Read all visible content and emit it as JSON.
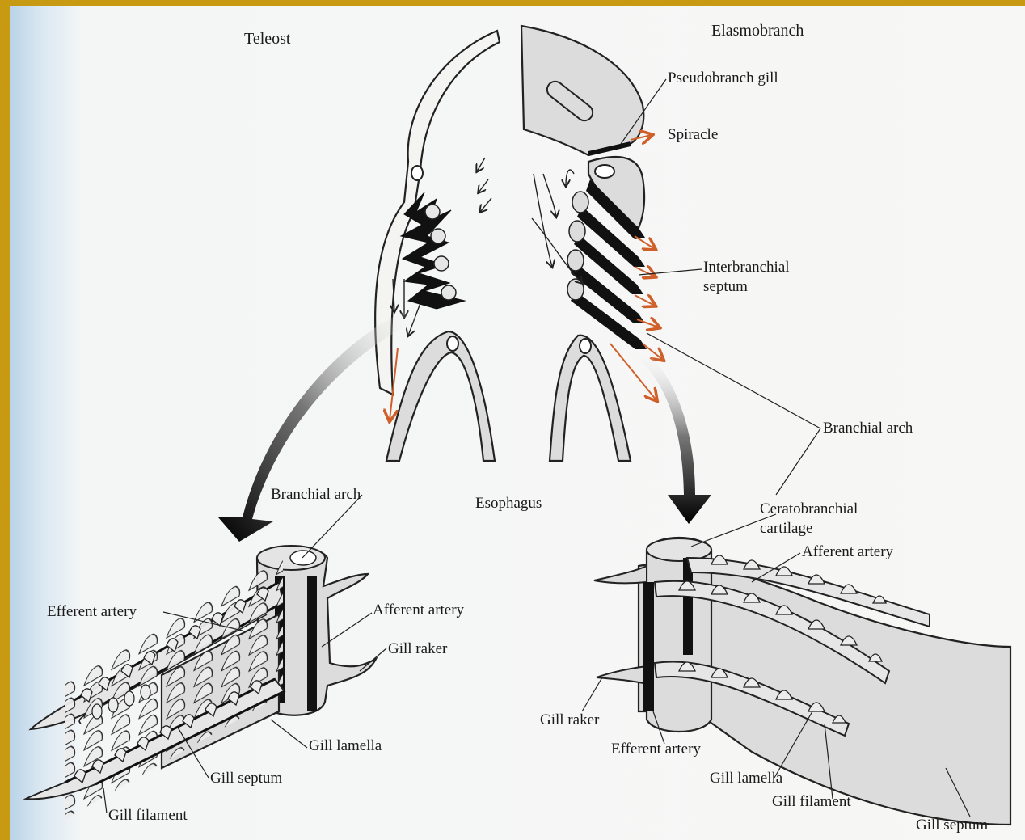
{
  "labels": {
    "teleost": "Teleost",
    "elasmobranch": "Elasmobranch",
    "pseudobranch_gill": "Pseudobranch gill",
    "spiracle": "Spiracle",
    "interbranchial_septum_1": "Interbranchial",
    "interbranchial_septum_2": "septum",
    "branchial_arch_right": "Branchial arch",
    "branchial_arch_left": "Branchial arch",
    "esophagus": "Esophagus",
    "ceratobranchial_1": "Ceratobranchial",
    "ceratobranchial_2": "cartilage",
    "afferent_artery_right": "Afferent artery",
    "efferent_artery_left": "Efferent artery",
    "afferent_artery_left": "Afferent artery",
    "gill_raker_left": "Gill raker",
    "gill_lamella_left": "Gill lamella",
    "gill_septum_left": "Gill septum",
    "gill_filament_left": "Gill filament",
    "gill_raker_right": "Gill raker",
    "efferent_artery_right": "Efferent artery",
    "gill_lamella_right": "Gill lamella",
    "gill_filament_right": "Gill filament",
    "gill_septum_right": "Gill septum"
  },
  "colors": {
    "frame": "#c79a12",
    "water_flow_out": "#d0602a",
    "tissue": "#dcdcdc",
    "ink": "#222222"
  }
}
